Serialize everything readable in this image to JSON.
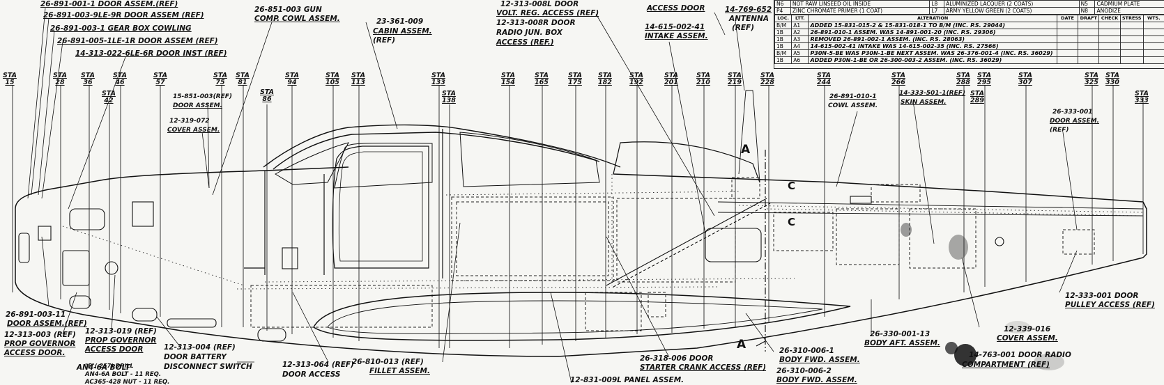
{
  "labels": {
    "l01": "26-891-001-1 DOOR ASSEM.(REF)",
    "l02": "26-891-003-9LE-9R DOOR ASSEM (REF)",
    "l03": "26-891-003-1 GEAR BOX COWLING",
    "l04": "26-891-005-1LE-1R DOOR ASSEM (REF)",
    "l05": "14-313-022-6LE-6R DOOR INST (REF)",
    "l06": "26-851-003 GUN",
    "l07": "COMP. COWL ASSEM.",
    "l08": "23-361-009",
    "l09": "CABIN ASSEM.",
    "l10": "(REF)",
    "l11": "12-313-008L DOOR",
    "l12": "VOLT. REG. ACCESS (REF)",
    "l13": "12-313-008R DOOR",
    "l14": "RADIO JUN. BOX",
    "l15": "ACCESS (REF.)",
    "l16": "ACCESS DOOR",
    "l17": "14-615-002-41",
    "l18": "INTAKE ASSEM.",
    "l19": "14-769-652",
    "l20": "ANTENNA",
    "l21": "(REF)",
    "l22": "15-851-003(REF)",
    "l23": "DOOR ASSEM.",
    "l24": "12-319-072",
    "l25": "COVER ASSEM.",
    "l26": "26-891-010-1",
    "l27": "COWL ASSEM.",
    "l28": "14-333-501-1(REF)",
    "l29": "SKIN ASSEM.",
    "l30": "26-333-001",
    "l31": "DOOR ASSEM.",
    "l32": "(REF)",
    "l33": "26-891-003-11",
    "l34": "DOOR ASSEM.(REF)",
    "l35": "12-313-003 (REF)",
    "l36": "PROP GOVERNOR",
    "l37": "ACCESS DOOR.",
    "l38": "12-313-019 (REF)",
    "l39": "PROP GOVERNOR",
    "l40": "ACCESS DOOR",
    "l41": "12-313-004 (REF)",
    "l42": "DOOR BATTERY",
    "l43": "DISCONNECT SWITCH",
    "l44": "12-313-064 (REF)",
    "l45": "DOOR ACCESS",
    "l46": "26-810-013 (REF)",
    "l47": "FILLET ASSEM.",
    "l48": "26-318-006 DOOR",
    "l49": "STARTER CRANK ACCESS (REF)",
    "l50": "12-831-009L PANEL ASSEM.",
    "l51": "26-310-006-1",
    "l52": "BODY FWD. ASSEM.",
    "l53": "26-310-006-2",
    "l54": "BODY FWD. ASSEM.",
    "l55": "26-330-001-13",
    "l56": "BODY AFT. ASSEM.",
    "l57": "12-339-016",
    "l58": "COVER ASSEM.",
    "l59": "14-763-001 DOOR RADIO",
    "l60": "COMPARTMENT (REF)",
    "l61": "12-333-001 DOOR",
    "l62": "PULLEY ACCESS (REF)",
    "l63": "AN4-6A BOLT",
    "l64": "\"F\"(.257) DRILL",
    "l65": "AN4-6A BOLT - 11 REQ.",
    "l66": "AC365-428 NUT - 11 REQ."
  },
  "stations": {
    "s01": "15",
    "s02": "28",
    "s03": "36",
    "s04": "42",
    "s05": "46",
    "s06": "57",
    "s07": "75",
    "s08": "81",
    "s09": "86",
    "s10": "94",
    "s11": "105",
    "s12": "113",
    "s13": "133",
    "s14": "138",
    "s15": "154",
    "s16": "165",
    "s17": "175",
    "s18": "182",
    "s19": "192",
    "s20": "201",
    "s21": "210",
    "s22": "219",
    "s23": "228",
    "s24": "244",
    "s25": "266",
    "s26": "288",
    "s27": "289",
    "s28": "295",
    "s29": "307",
    "s30": "325",
    "s31": "330",
    "s32": "333"
  },
  "sta_word": "STA",
  "section_marks": {
    "a_top": "A",
    "a_bottom": "A",
    "c_top": "C",
    "c_bottom": "C"
  },
  "revision_table": {
    "finish_rows": [
      [
        "N6",
        "NOT RAW LINSEED OIL INSIDE",
        "L8",
        "ALUMINIZED LACQUER (2 COATS)",
        "N5",
        "CADMIUM PLATE"
      ],
      [
        "P4",
        "ZINC CHROMATE PRIMER (1 COAT)",
        "L7",
        "ARMY YELLOW GREEN (2 COATS)",
        "N8",
        "ANODIZE"
      ]
    ],
    "headers": [
      "LOC.",
      "LTT.",
      "ALTERATION",
      "DATE",
      "DRAFT",
      "CHECK",
      "STRESS",
      "WTS."
    ],
    "rows": [
      [
        "B/M",
        "A1",
        "ADDED 15-831-015-2 & 15-831-018-1 TO B/M (INC. P.S. 29044)"
      ],
      [
        "1B",
        "A2",
        "26-891-010-1 ASSEM. WAS 14-891-001-20 (INC. P.S. 29306)"
      ],
      [
        "1B",
        "A3",
        "REMOVED 26-891-002-1 ASSEM. (INC. P.S. 28063)"
      ],
      [
        "1B",
        "A4",
        "14-615-002-41 INTAKE WAS 14-615-002-35 (INC. P.S. 27566)"
      ],
      [
        "B/M",
        "A5",
        "P30N-5-BE WAS P30N-1-BE NEXT ASSEM. WAS 26-376-001-4 (INC. P.S. 36029)"
      ],
      [
        "1B",
        "A6",
        "ADDED P30N-1-BE OR 26-300-003-2 ASSEM. (INC. P.S. 36029)"
      ]
    ]
  }
}
